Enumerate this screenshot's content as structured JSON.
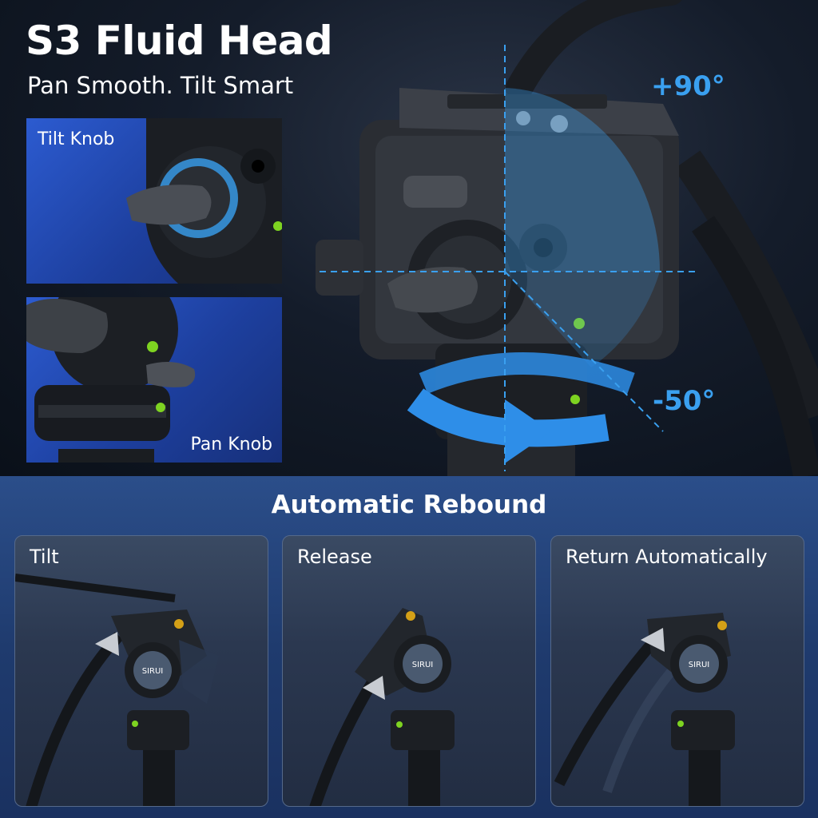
{
  "header": {
    "title": "S3 Fluid Head",
    "subtitle": "Pan Smooth. Tilt Smart"
  },
  "insets": [
    {
      "label": "Tilt Knob"
    },
    {
      "label": "Pan Knob"
    }
  ],
  "angles": {
    "up": "+90°",
    "down": "-50°"
  },
  "rebound": {
    "title": "Automatic Rebound",
    "panels": [
      {
        "label": "Tilt"
      },
      {
        "label": "Release"
      },
      {
        "label": "Return Automatically"
      }
    ]
  },
  "brand": {
    "name": "SIRUI",
    "model": "S3"
  },
  "colors": {
    "accent_blue": "#3aa0f0",
    "inset_blue": "#2c5bd0",
    "bottom_bg": "#234478",
    "level_green": "#7ed321",
    "brass": "#d4a017"
  }
}
